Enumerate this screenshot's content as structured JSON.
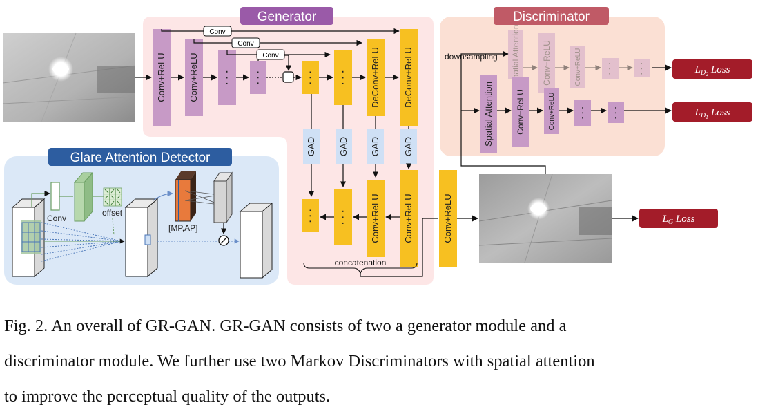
{
  "titles": {
    "generator": "Generator",
    "discriminator": "Discriminator",
    "gad": "Glare Attention Detector"
  },
  "labels": {
    "conv_relu": "Conv+ReLU",
    "deconv_relu": "DeConv+ReLU",
    "conv": "Conv",
    "gad": "GAD",
    "dots": "· · ·",
    "concatenation": "concatenation",
    "downsampling": "downsampling",
    "spatial_attention": "Spatial Attention",
    "offset": "offset",
    "mp_ap": "[MP,AP]"
  },
  "losses": {
    "ld2": {
      "main": "L",
      "sub": "D",
      "subsub": "2",
      "rest": " Loss"
    },
    "ld1": {
      "main": "L",
      "sub": "D",
      "subsub": "1",
      "rest": " Loss"
    },
    "lg": {
      "main": "L",
      "sub": "G",
      "rest": " Loss"
    }
  },
  "caption": {
    "line1": "Fig. 2.  An overall of GR-GAN. GR-GAN consists of two a generator module and a",
    "line2": "discriminator module. We further use two Markov Discriminators with spatial attention",
    "line3": "to improve the perceptual quality of the outputs."
  },
  "colors": {
    "generator_bg": "#fde6e6",
    "generator_title": "#9a5aa8",
    "discriminator_bg": "#fbe0d4",
    "discriminator_title": "#c05a66",
    "gad_bg": "#dbe8f7",
    "gad_title": "#2d5da0",
    "purple_block": "#c79ac6",
    "yellow_block": "#f7c021",
    "blue_block": "#cfe0f5",
    "loss_box": "#a31c29"
  }
}
